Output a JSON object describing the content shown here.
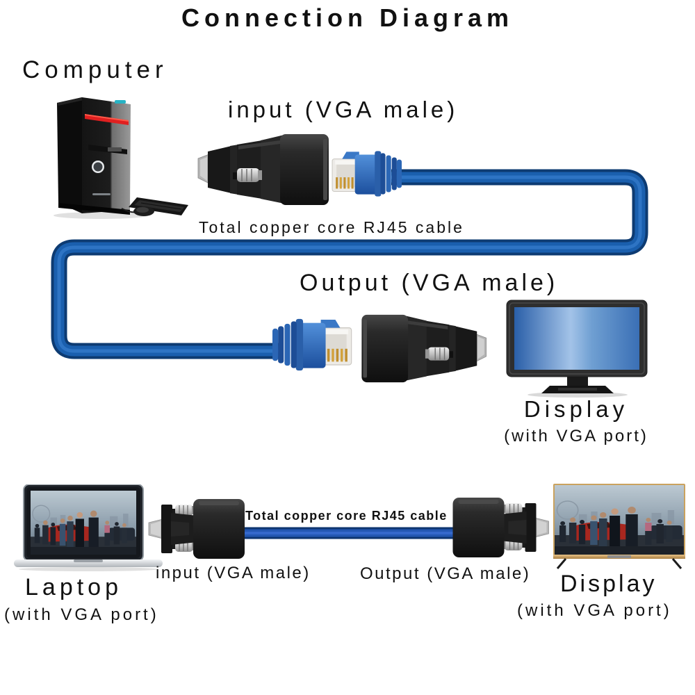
{
  "title": "Connection Diagram",
  "top_diagram": {
    "computer_label": "Computer",
    "input_label": "input (VGA male)",
    "cable_label": "Total copper core RJ45 cable",
    "output_label": "Output (VGA male)",
    "display_label": "Display",
    "display_sublabel": "(with VGA port)"
  },
  "bottom_diagram": {
    "laptop_label": "Laptop",
    "laptop_sublabel": "(with VGA port)",
    "input_label": "input (VGA male)",
    "cable_label": "Total copper core RJ45 cable",
    "output_label": "Output (VGA male)",
    "display_label": "Display",
    "display_sublabel": "(with VGA port)"
  },
  "colors": {
    "background": "#ffffff",
    "text": "#111111",
    "cable_blue": "#1a5fae",
    "cable_dark_blue": "#0d3b72",
    "cable_highlight_blue": "#2e74c4",
    "adapter_black": "#1c1c1c",
    "vga_metal_gray": "#b5b5b5",
    "rj45_boot_blue": "#2b66b5",
    "monitor_screen_blue": "#4a84c8",
    "tower_stripe_red": "#e02020",
    "tv_frame_gold": "#caa25e"
  },
  "illustrations": {
    "desktop_tower": "desktop-tower-with-keyboard-and-mouse",
    "top_input_adapter": "vga-male-to-rj45-adapter",
    "top_rj45_plug": "blue-rj45-plug",
    "main_cable": "blue-rj45-cable-s-shaped",
    "top_output_adapter": "rj45-to-vga-male-adapter",
    "monitor": "desktop-monitor-blue-screen",
    "laptop": "laptop-with-movie-on-screen",
    "bottom_input_adapter": "vga-male-adapter",
    "bottom_cable": "blue-rj45-cable-straight",
    "bottom_output_adapter": "vga-male-adapter",
    "tv": "flat-screen-tv-with-movie-on-screen"
  }
}
